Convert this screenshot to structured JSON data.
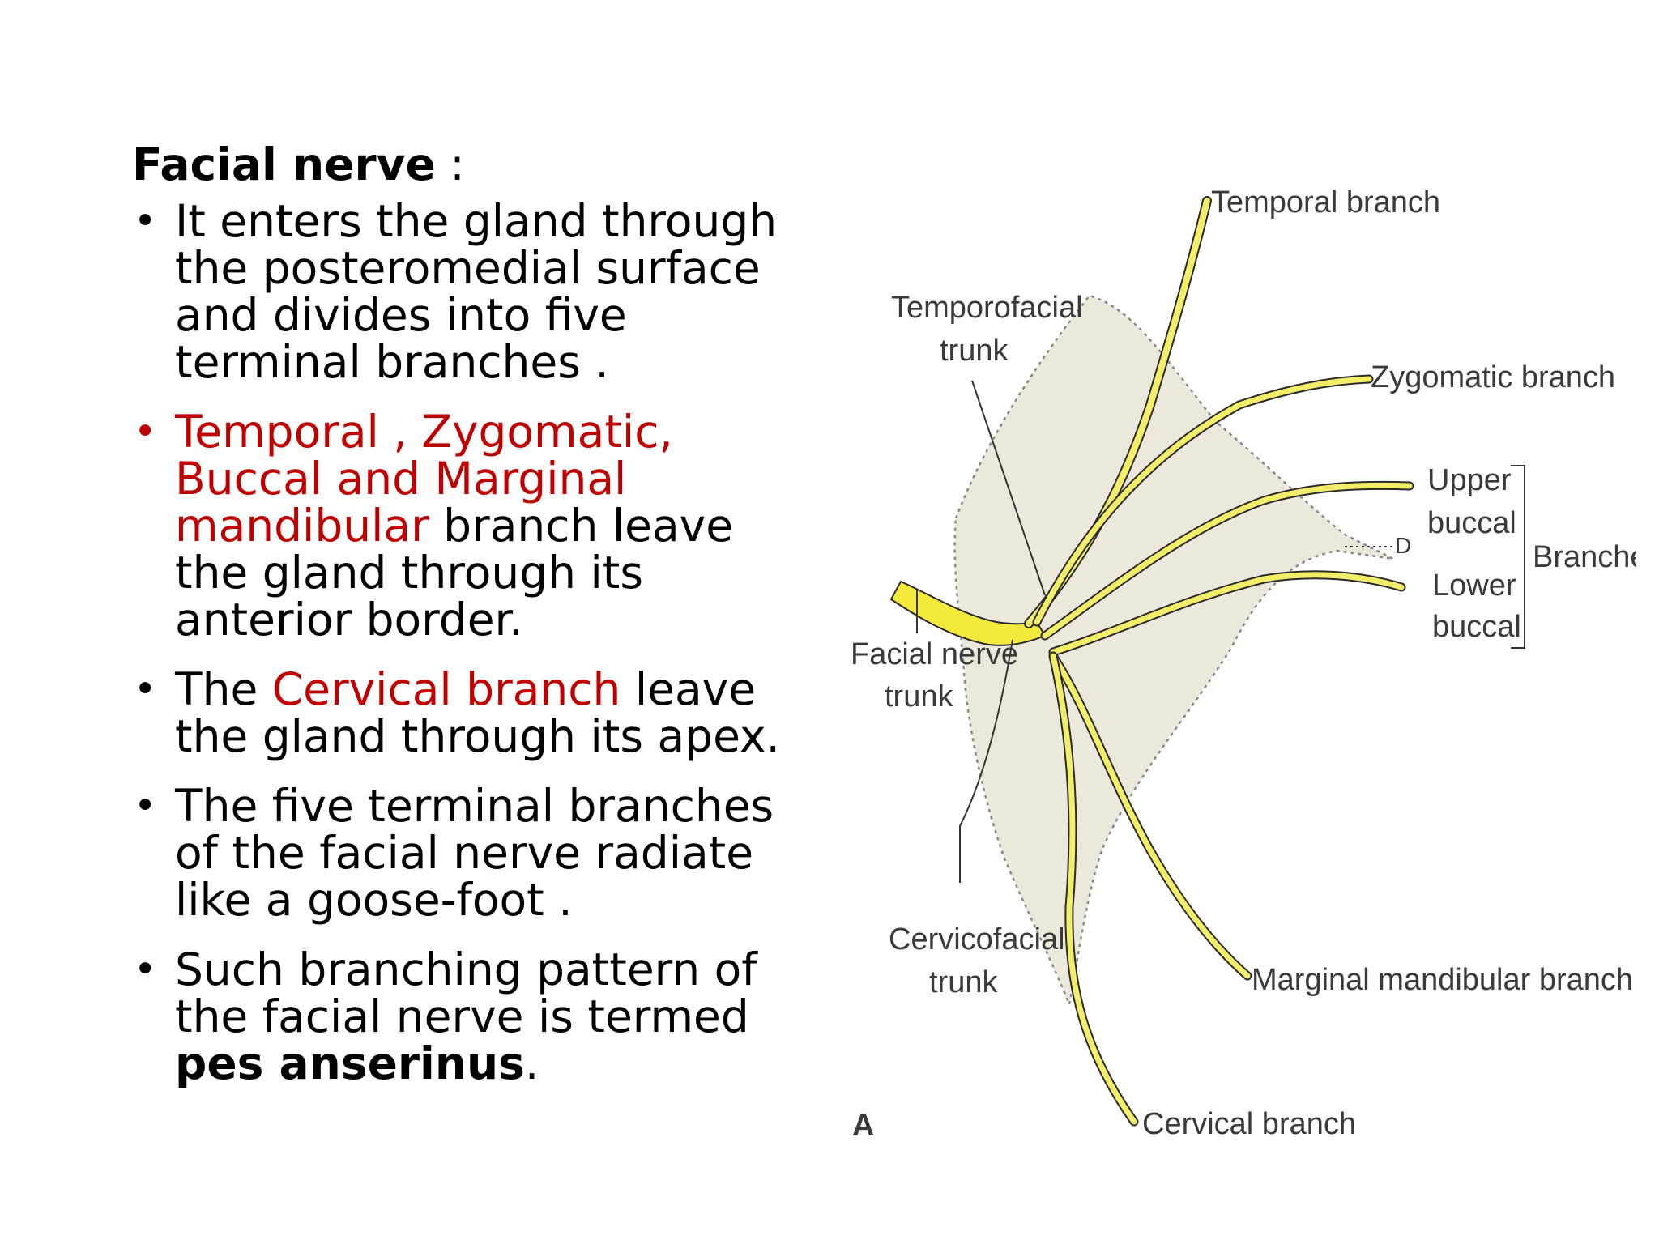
{
  "slide": {
    "heading_bold": "Facial nerve",
    "heading_rest": " :",
    "bullets": [
      {
        "segments": [
          {
            "text": "It enters the gland through the posteromedial surface and divides into five terminal branches .",
            "style": "normal"
          }
        ]
      },
      {
        "segments": [
          {
            "text": "Temporal , Zygomatic, Buccal and Marginal mandibular",
            "style": "red"
          },
          {
            "text": " branch  leave the gland through  its anterior border.",
            "style": "normal"
          }
        ],
        "dot_color": "#c00000"
      },
      {
        "segments": [
          {
            "text": "The ",
            "style": "normal"
          },
          {
            "text": "Cervical branch",
            "style": "red"
          },
          {
            "text": " leave the gland through  its apex.",
            "style": "normal"
          }
        ]
      },
      {
        "segments": [
          {
            "text": "The five terminal branches of the facial nerve radiate like a goose-foot .",
            "style": "normal"
          }
        ]
      },
      {
        "segments": [
          {
            "text": "Such branching pattern of the facial nerve is termed ",
            "style": "normal"
          },
          {
            "text": "pes anserinus",
            "style": "bold"
          },
          {
            "text": ".",
            "style": "normal"
          }
        ]
      }
    ],
    "colors": {
      "accent_red": "#c00000",
      "nerve_yellow": "#f3ee6a",
      "gland_fill": "#ece9dc"
    }
  },
  "diagram": {
    "labels": {
      "temporal": "Temporal branch",
      "temporofacial_1": "Temporofacial",
      "temporofacial_2": "trunk",
      "zygomatic": "Zygomatic branch",
      "upper_1": "Upper",
      "upper_2": "buccal",
      "d_mark": "D",
      "branches": "Branches",
      "lower_1": "Lower",
      "lower_2": "buccal",
      "facial_1": "Facial nerve",
      "facial_2": "trunk",
      "cervicofacial_1": "Cervicofacial",
      "cervicofacial_2": "trunk",
      "marginal": "Marginal mandibular branch",
      "cervical": "Cervical branch",
      "panel": "A"
    }
  }
}
